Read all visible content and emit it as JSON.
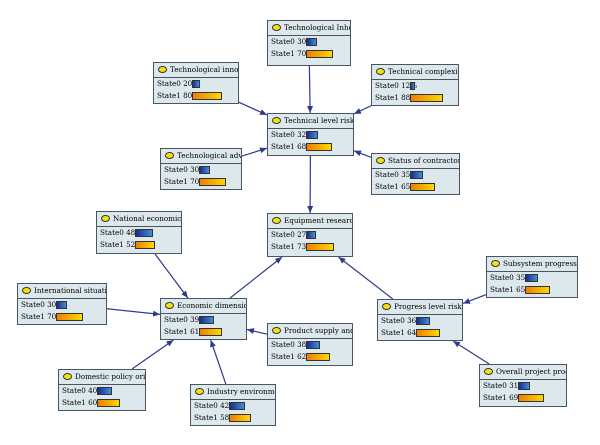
{
  "nodes": [
    {
      "id": "tech_inheri",
      "title": "Technological Inheri...",
      "rows": [
        {
          "label": "State0 30%",
          "value": 30
        },
        {
          "label": "State1 70%",
          "value": 70
        }
      ]
    },
    {
      "id": "tech_innov",
      "title": "Technological innov...",
      "rows": [
        {
          "label": "State0 20%",
          "value": 20
        },
        {
          "label": "State1 80%",
          "value": 80
        }
      ]
    },
    {
      "id": "tech_complex",
      "title": "Technical complexity",
      "rows": [
        {
          "label": "State0 12%",
          "value": 12
        },
        {
          "label": "State1 88%",
          "value": 88
        }
      ]
    },
    {
      "id": "tech_level",
      "title": "Technical level risk",
      "rows": [
        {
          "label": "State0 32%",
          "value": 32
        },
        {
          "label": "State1 68%",
          "value": 68
        }
      ]
    },
    {
      "id": "tech_adva",
      "title": "Technological adva...",
      "rows": [
        {
          "label": "State0 30%",
          "value": 30
        },
        {
          "label": "State1 70%",
          "value": 70
        }
      ]
    },
    {
      "id": "contractors",
      "title": "Status of contractors",
      "rows": [
        {
          "label": "State0 35%",
          "value": 35
        },
        {
          "label": "State1 65%",
          "value": 65
        }
      ]
    },
    {
      "id": "national_econ",
      "title": "National economic s...",
      "rows": [
        {
          "label": "State0 48%",
          "value": 48
        },
        {
          "label": "State1 52%",
          "value": 52
        }
      ]
    },
    {
      "id": "equipment",
      "title": "Equipment research...",
      "rows": [
        {
          "label": "State0 27%",
          "value": 27
        },
        {
          "label": "State1 73%",
          "value": 73
        }
      ]
    },
    {
      "id": "subsystem",
      "title": "Subsystem progress",
      "rows": [
        {
          "label": "State0 35%",
          "value": 35
        },
        {
          "label": "State1 65%",
          "value": 65
        }
      ]
    },
    {
      "id": "intl",
      "title": "International situation",
      "rows": [
        {
          "label": "State0 30%",
          "value": 30
        },
        {
          "label": "State1 70%",
          "value": 70
        }
      ]
    },
    {
      "id": "econ_dim",
      "title": "Economic dimension...",
      "rows": [
        {
          "label": "State0 39%",
          "value": 39
        },
        {
          "label": "State1 61%",
          "value": 61
        }
      ]
    },
    {
      "id": "progress",
      "title": "Progress level risk",
      "rows": [
        {
          "label": "State0 36%",
          "value": 36
        },
        {
          "label": "State1 64%",
          "value": 64
        }
      ]
    },
    {
      "id": "product",
      "title": "Product supply and ...",
      "rows": [
        {
          "label": "State0 38%",
          "value": 38
        },
        {
          "label": "State1 62%",
          "value": 62
        }
      ]
    },
    {
      "id": "domestic",
      "title": "Domestic policy orie...",
      "rows": [
        {
          "label": "State0 40%",
          "value": 40
        },
        {
          "label": "State1 60%",
          "value": 60
        }
      ]
    },
    {
      "id": "overall",
      "title": "Overall project prog...",
      "rows": [
        {
          "label": "State0 31%",
          "value": 31
        },
        {
          "label": "State1 69%",
          "value": 69
        }
      ]
    },
    {
      "id": "industry",
      "title": "Industry environment",
      "rows": [
        {
          "label": "State0 42%",
          "value": 42
        },
        {
          "label": "State1 58%",
          "value": 58
        }
      ]
    }
  ],
  "edges": [
    {
      "from": "tech_inheri",
      "to": "tech_level"
    },
    {
      "from": "tech_innov",
      "to": "tech_level"
    },
    {
      "from": "tech_complex",
      "to": "tech_level"
    },
    {
      "from": "tech_adva",
      "to": "tech_level"
    },
    {
      "from": "contractors",
      "to": "tech_level"
    },
    {
      "from": "tech_level",
      "to": "equipment"
    },
    {
      "from": "econ_dim",
      "to": "equipment"
    },
    {
      "from": "progress",
      "to": "equipment"
    },
    {
      "from": "national_econ",
      "to": "econ_dim"
    },
    {
      "from": "intl",
      "to": "econ_dim"
    },
    {
      "from": "domestic",
      "to": "econ_dim"
    },
    {
      "from": "industry",
      "to": "econ_dim"
    },
    {
      "from": "product",
      "to": "econ_dim"
    },
    {
      "from": "subsystem",
      "to": "progress"
    },
    {
      "from": "overall",
      "to": "progress"
    }
  ],
  "colors": {
    "node_bg": "#dde8ed",
    "edge": "#2e3b8c",
    "state0_bar": "#2a4fb0",
    "state1_bar": "#f5a300",
    "dot": "#f3e20f"
  }
}
